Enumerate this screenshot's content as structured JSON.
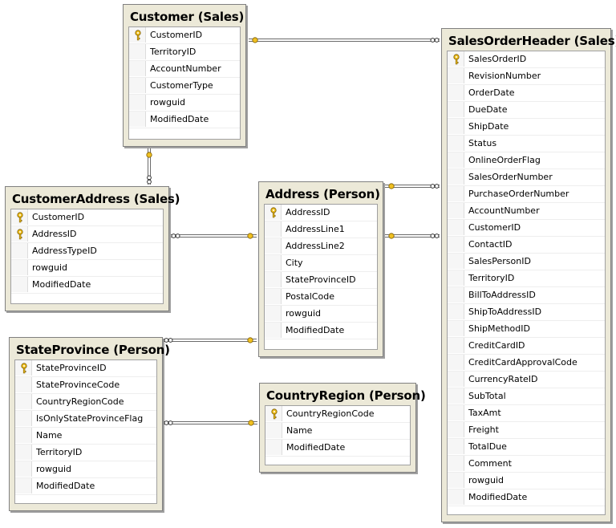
{
  "tables": [
    {
      "id": "customer",
      "title": "Customer (Sales)",
      "columns": [
        {
          "name": "CustomerID",
          "pk": true
        },
        {
          "name": "TerritoryID"
        },
        {
          "name": "AccountNumber"
        },
        {
          "name": "CustomerType"
        },
        {
          "name": "rowguid"
        },
        {
          "name": "ModifiedDate"
        }
      ]
    },
    {
      "id": "customeraddress",
      "title": "CustomerAddress (Sales)",
      "columns": [
        {
          "name": "CustomerID",
          "pk": true
        },
        {
          "name": "AddressID",
          "pk": true
        },
        {
          "name": "AddressTypeID"
        },
        {
          "name": "rowguid"
        },
        {
          "name": "ModifiedDate"
        }
      ]
    },
    {
      "id": "address",
      "title": "Address (Person)",
      "columns": [
        {
          "name": "AddressID",
          "pk": true
        },
        {
          "name": "AddressLine1"
        },
        {
          "name": "AddressLine2"
        },
        {
          "name": "City"
        },
        {
          "name": "StateProvinceID"
        },
        {
          "name": "PostalCode"
        },
        {
          "name": "rowguid"
        },
        {
          "name": "ModifiedDate"
        }
      ]
    },
    {
      "id": "stateprovince",
      "title": "StateProvince (Person)",
      "columns": [
        {
          "name": "StateProvinceID",
          "pk": true
        },
        {
          "name": "StateProvinceCode"
        },
        {
          "name": "CountryRegionCode"
        },
        {
          "name": "IsOnlyStateProvinceFlag"
        },
        {
          "name": "Name"
        },
        {
          "name": "TerritoryID"
        },
        {
          "name": "rowguid"
        },
        {
          "name": "ModifiedDate"
        }
      ]
    },
    {
      "id": "countryregion",
      "title": "CountryRegion (Person)",
      "columns": [
        {
          "name": "CountryRegionCode",
          "pk": true
        },
        {
          "name": "Name"
        },
        {
          "name": "ModifiedDate"
        }
      ]
    },
    {
      "id": "salesorderheader",
      "title": "SalesOrderHeader (Sales)",
      "columns": [
        {
          "name": "SalesOrderID",
          "pk": true
        },
        {
          "name": "RevisionNumber"
        },
        {
          "name": "OrderDate"
        },
        {
          "name": "DueDate"
        },
        {
          "name": "ShipDate"
        },
        {
          "name": "Status"
        },
        {
          "name": "OnlineOrderFlag"
        },
        {
          "name": "SalesOrderNumber"
        },
        {
          "name": "PurchaseOrderNumber"
        },
        {
          "name": "AccountNumber"
        },
        {
          "name": "CustomerID"
        },
        {
          "name": "ContactID"
        },
        {
          "name": "SalesPersonID"
        },
        {
          "name": "TerritoryID"
        },
        {
          "name": "BillToAddressID"
        },
        {
          "name": "ShipToAddressID"
        },
        {
          "name": "ShipMethodID"
        },
        {
          "name": "CreditCardID"
        },
        {
          "name": "CreditCardApprovalCode"
        },
        {
          "name": "CurrencyRateID"
        },
        {
          "name": "SubTotal"
        },
        {
          "name": "TaxAmt"
        },
        {
          "name": "Freight"
        },
        {
          "name": "TotalDue"
        },
        {
          "name": "Comment"
        },
        {
          "name": "rowguid"
        },
        {
          "name": "ModifiedDate"
        }
      ]
    }
  ],
  "relationships": [
    {
      "from": "customer",
      "to": "salesorderheader"
    },
    {
      "from": "customer",
      "to": "customeraddress"
    },
    {
      "from": "address",
      "to": "customeraddress"
    },
    {
      "from": "address",
      "to": "salesorderheader"
    },
    {
      "from": "address",
      "to": "salesorderheader"
    },
    {
      "from": "stateprovince",
      "to": "address"
    },
    {
      "from": "countryregion",
      "to": "stateprovince"
    }
  ],
  "colors": {
    "key": "#f0c020",
    "line": "#6a6a6a",
    "panel": "#ece9d8"
  }
}
